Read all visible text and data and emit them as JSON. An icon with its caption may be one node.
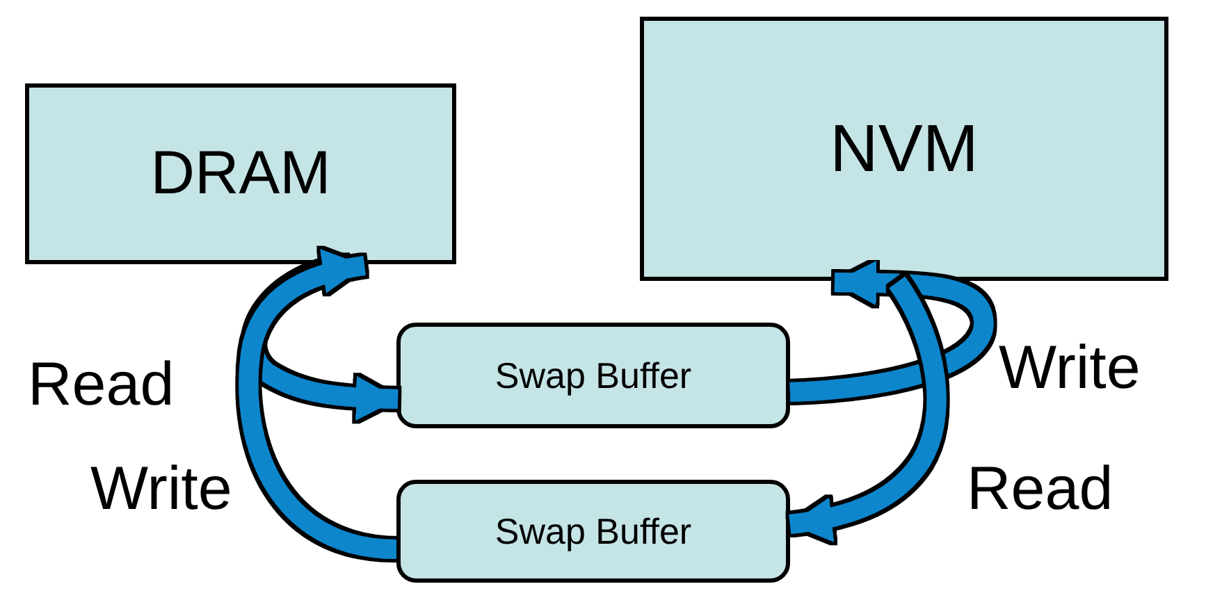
{
  "diagram": {
    "nodes": [
      {
        "text": [
          "DRAM"
        ]
      },
      {
        "text": [
          "NVM"
        ]
      },
      {
        "text": [
          "Swap Buffer"
        ]
      },
      {
        "text": [
          "Swap Buffer"
        ]
      }
    ],
    "edges": [
      {
        "from": 0,
        "to": 2,
        "arrow": "to",
        "label": "Read"
      },
      {
        "from": 3,
        "to": 0,
        "arrow": "to",
        "label": "Write"
      },
      {
        "from": 2,
        "to": 1,
        "arrow": "to",
        "label": "Write"
      },
      {
        "from": 1,
        "to": 3,
        "arrow": "to",
        "label": "Read"
      }
    ]
  }
}
